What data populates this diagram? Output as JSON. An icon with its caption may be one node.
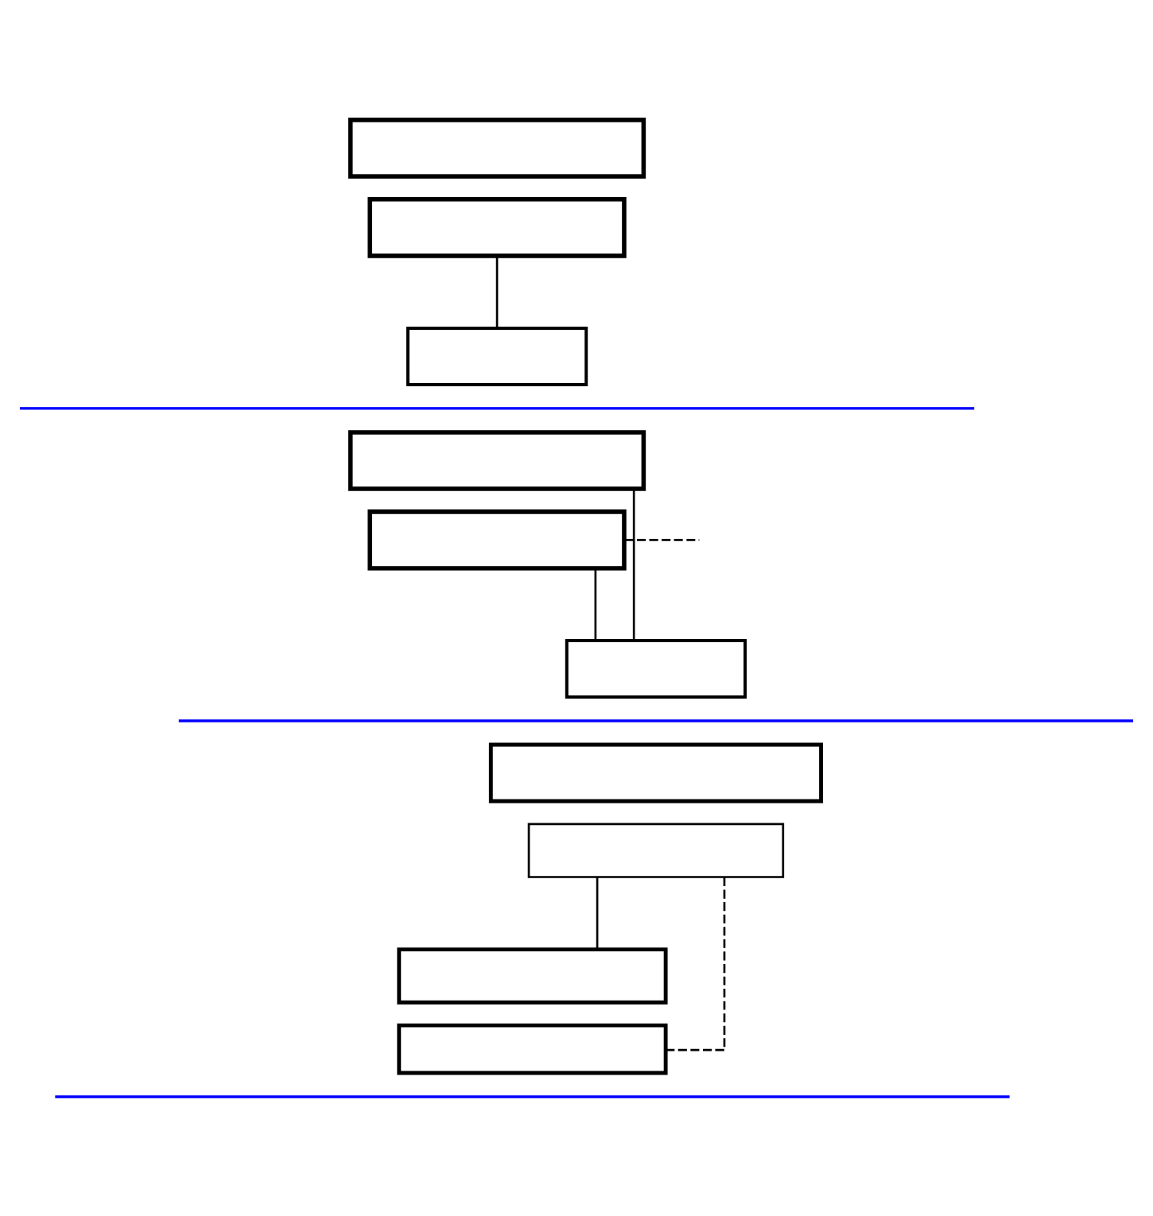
{
  "diagram": {
    "nodes": [
      {
        "text": [],
        "shape": "box"
      },
      {
        "text": [],
        "shape": "box"
      },
      {
        "text": [],
        "shape": "box"
      },
      {
        "text": [],
        "shape": "box"
      },
      {
        "text": [],
        "shape": "box"
      },
      {
        "text": [],
        "shape": "box"
      },
      {
        "text": [],
        "shape": "box"
      },
      {
        "text": [],
        "shape": "box"
      },
      {
        "text": [],
        "shape": "box"
      },
      {
        "text": [],
        "shape": "box"
      }
    ],
    "edges": [
      {
        "from": 1,
        "to": 2,
        "arrow": "none"
      },
      {
        "from": 4,
        "to": 5,
        "arrow": "none"
      },
      {
        "from": 3,
        "to": 5,
        "arrow": "none"
      },
      {
        "from": 4,
        "to": null,
        "arrow": "none",
        "style": "dashed"
      },
      {
        "from": 7,
        "to": 8,
        "arrow": "none"
      },
      {
        "from": 7,
        "to": 9,
        "arrow": "none",
        "style": "dashed"
      }
    ]
  }
}
